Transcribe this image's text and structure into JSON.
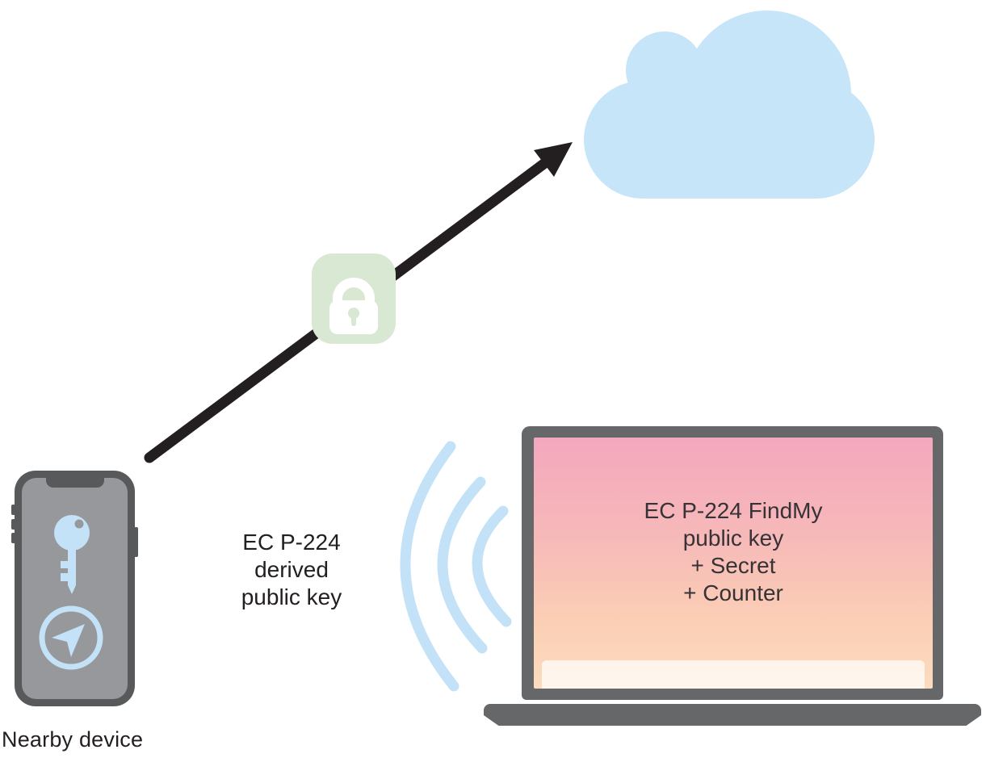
{
  "diagram": {
    "description_visible_text_only": true,
    "phone": {
      "label": "Nearby device",
      "body_color": "#58595a",
      "screen_color": "#97989b",
      "icon_color": "#c3e2f8",
      "icons": [
        "key-icon",
        "location-arrow-icon"
      ]
    },
    "broadcast_label": {
      "lines": [
        "EC P-224",
        "derived",
        "public key"
      ],
      "text_color": "#231f20"
    },
    "wifi": {
      "icon": "wifi-waves-icon",
      "color": "#c3e2f8",
      "wave_count": 3
    },
    "laptop": {
      "frame_color": "#666768",
      "screen_gradient_top": "#f4a8be",
      "screen_gradient_bottom": "#fcdcbe",
      "screen_lines": [
        "EC P-224 FindMy",
        "public key",
        "+ Secret",
        "+ Counter"
      ],
      "text_color": "#363236"
    },
    "arrow": {
      "icon": "arrow-up-right-icon",
      "color": "#231f20",
      "from": "nearby device",
      "to": "cloud"
    },
    "lock": {
      "icon": "lock-icon",
      "badge_color": "#d9e8d3",
      "glyph_color": "#ffffff"
    },
    "cloud": {
      "icon": "cloud-icon",
      "color": "#c7e5f9"
    }
  }
}
